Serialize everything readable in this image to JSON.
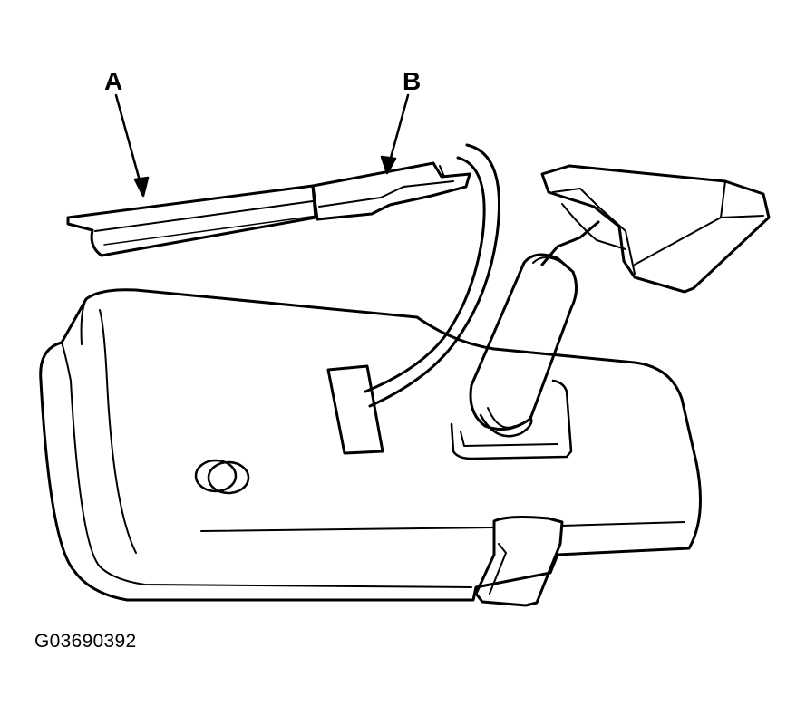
{
  "diagram": {
    "callouts": [
      {
        "id": "A",
        "text": "A"
      },
      {
        "id": "B",
        "text": "B"
      }
    ],
    "figure_id": "G03690392",
    "ink_color": "#000000",
    "background_color": "#ffffff"
  }
}
